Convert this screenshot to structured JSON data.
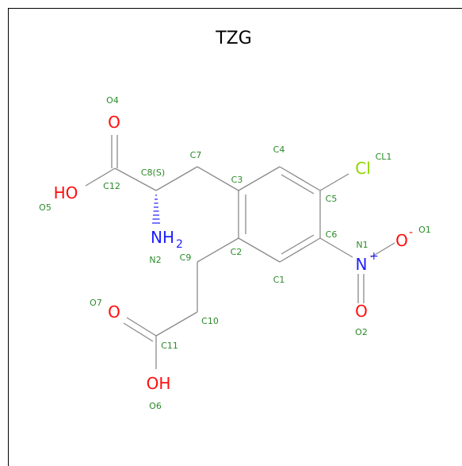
{
  "title": "TZG",
  "colors": {
    "carbon_bond": "#8a8a8a",
    "oxygen": "#ff0d0d",
    "nitrogen": "#1e1eff",
    "chlorine": "#8fd400",
    "label": "#2a8a2a"
  },
  "atoms": {
    "o4_symbol": "O",
    "ho_symbol": "HO",
    "nh2_symbol": "NH",
    "nh2_subscript": "2",
    "cl_symbol": "Cl",
    "n_symbol": "N",
    "n_charge": "+",
    "o1_symbol": "O",
    "o1_charge": "-",
    "o2_symbol": "O",
    "o7_symbol": "O",
    "oh_symbol": "OH"
  },
  "labels": {
    "o4": "O4",
    "o5": "O5",
    "c12": "C12",
    "c8": "C8(S)",
    "n2": "N2",
    "c7": "C7",
    "c3": "C3",
    "c4": "C4",
    "c5": "C5",
    "cl1": "CL1",
    "c6": "C6",
    "n1": "N1",
    "o1": "O1",
    "o2": "O2",
    "c1": "C1",
    "c2": "C2",
    "c9": "C9",
    "c10": "C10",
    "o7": "O7",
    "c11": "C11",
    "o6": "O6"
  }
}
